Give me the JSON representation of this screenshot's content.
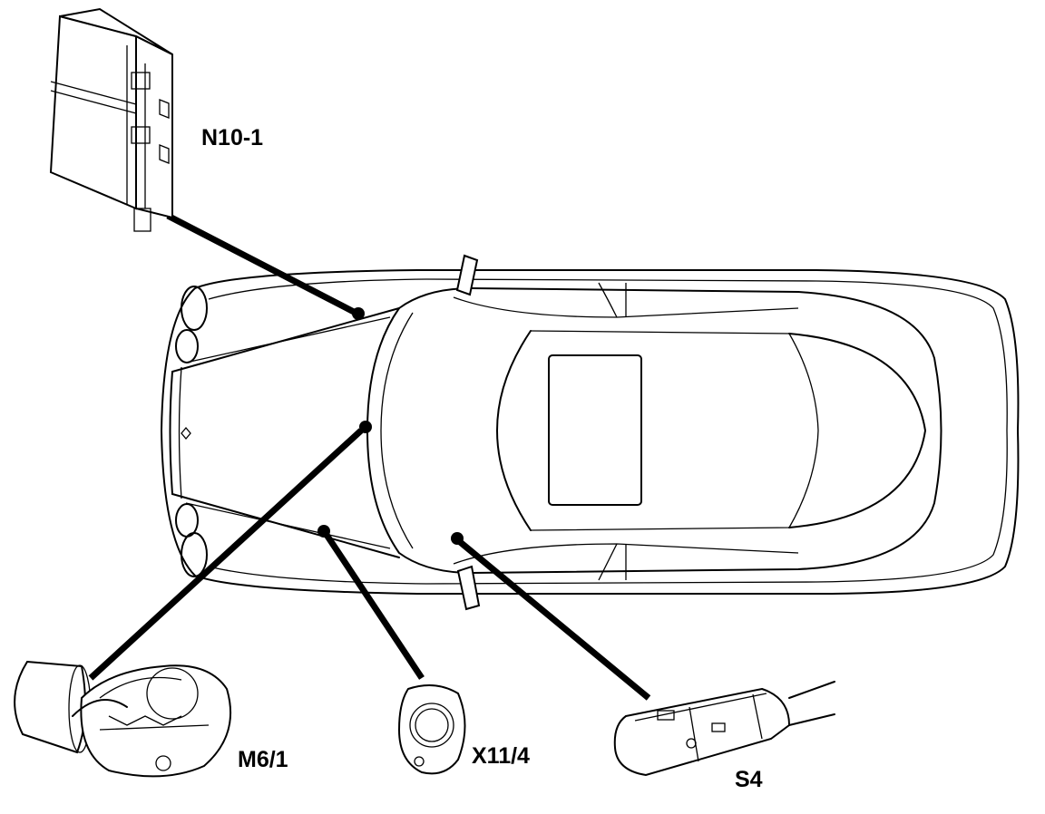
{
  "diagram": {
    "components": [
      {
        "id": "n10-1",
        "label": "N10-1"
      },
      {
        "id": "m6-1",
        "label": "M6/1"
      },
      {
        "id": "x11-4",
        "label": "X11/4"
      },
      {
        "id": "s4",
        "label": "S4"
      }
    ]
  },
  "colors": {
    "ink": "#000000",
    "paper": "#ffffff"
  }
}
